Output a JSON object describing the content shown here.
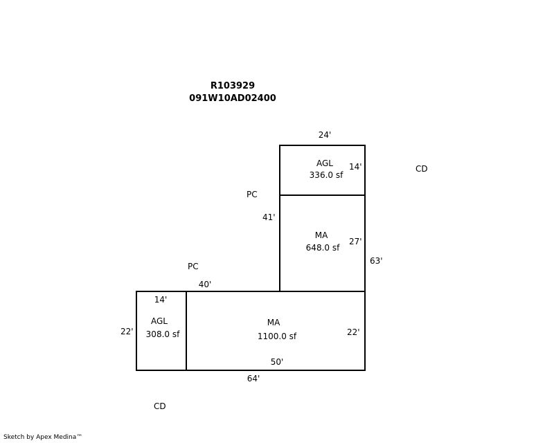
{
  "header": {
    "parcel_id": "R103929",
    "map_number": "091W10AD02400"
  },
  "areas": {
    "agl_top": {
      "code": "AGL",
      "area": "336.0 sf",
      "width": "24'",
      "height": "14'"
    },
    "ma_top": {
      "code": "MA",
      "area": "648.0 sf",
      "height": "27'"
    },
    "agl_left": {
      "code": "AGL",
      "area": "308.0 sf",
      "width": "14'",
      "height": "22'"
    },
    "ma_main": {
      "code": "MA",
      "area": "1100.0 sf",
      "width": "50'",
      "height": "22'"
    }
  },
  "outer_dims": {
    "left_upper": "41'",
    "right_total": "63'",
    "top_lower": "40'",
    "bottom_total": "64'"
  },
  "labels": {
    "pc_upper": "PC",
    "pc_lower": "PC",
    "cd_right": "CD",
    "cd_bottom": "CD"
  },
  "footer": "Sketch by Apex Medina™"
}
